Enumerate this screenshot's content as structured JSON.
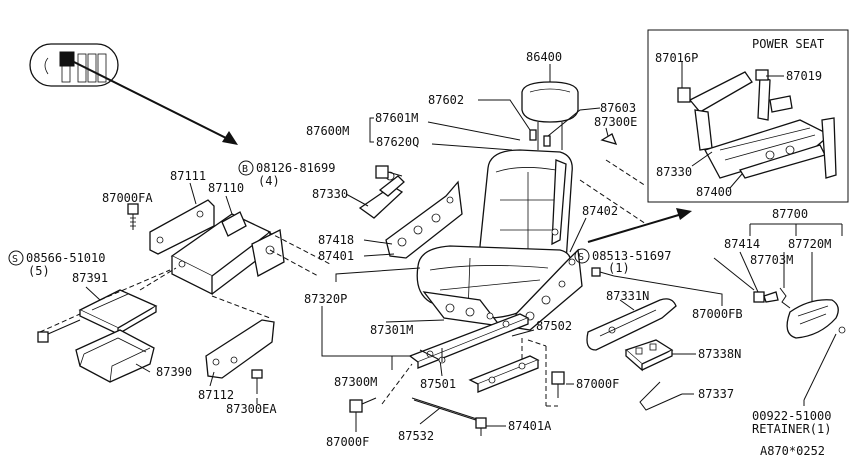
{
  "inset_title": "POWER SEAT",
  "callouts": {
    "p86400": "86400",
    "p87602": "87602",
    "p87603": "87603",
    "p87300E": "87300E",
    "p87601M": "87601M",
    "p87600M": "87600M",
    "p87620Q": "87620Q",
    "p87016P": "87016P",
    "p87019": "87019",
    "p87330_inset": "87330",
    "p87400": "87400",
    "p87111": "87111",
    "p87110": "87110",
    "p87000FA": "87000FA",
    "bolt_b_num": "08126-81699",
    "bolt_b_qty": "(4)",
    "p87330": "87330",
    "screw_s1_num": "08566-51010",
    "screw_s1_qty": "(5)",
    "p87391": "87391",
    "p87402": "87402",
    "p87418": "87418",
    "p87401": "87401",
    "p87700": "87700",
    "p87414": "87414",
    "p87720M": "87720M",
    "p87703M": "87703M",
    "screw_s2_num": "08513-51697",
    "screw_s2_qty": "(1)",
    "p87320P": "87320P",
    "p87331N": "87331N",
    "p87000FB": "87000FB",
    "p87301M": "87301M",
    "p87502": "87502",
    "p87338N": "87338N",
    "p87390": "87390",
    "p87300M": "87300M",
    "p87501": "87501",
    "p87000F_r": "87000F",
    "p87112": "87112",
    "p87300EA": "87300EA",
    "p87337": "87337",
    "p87000F_b": "87000F",
    "p87532": "87532",
    "p87401A": "87401A",
    "retainer_num": "00922-51000",
    "retainer_label": "RETAINER(1)",
    "diagram_code": "A870*0252"
  }
}
